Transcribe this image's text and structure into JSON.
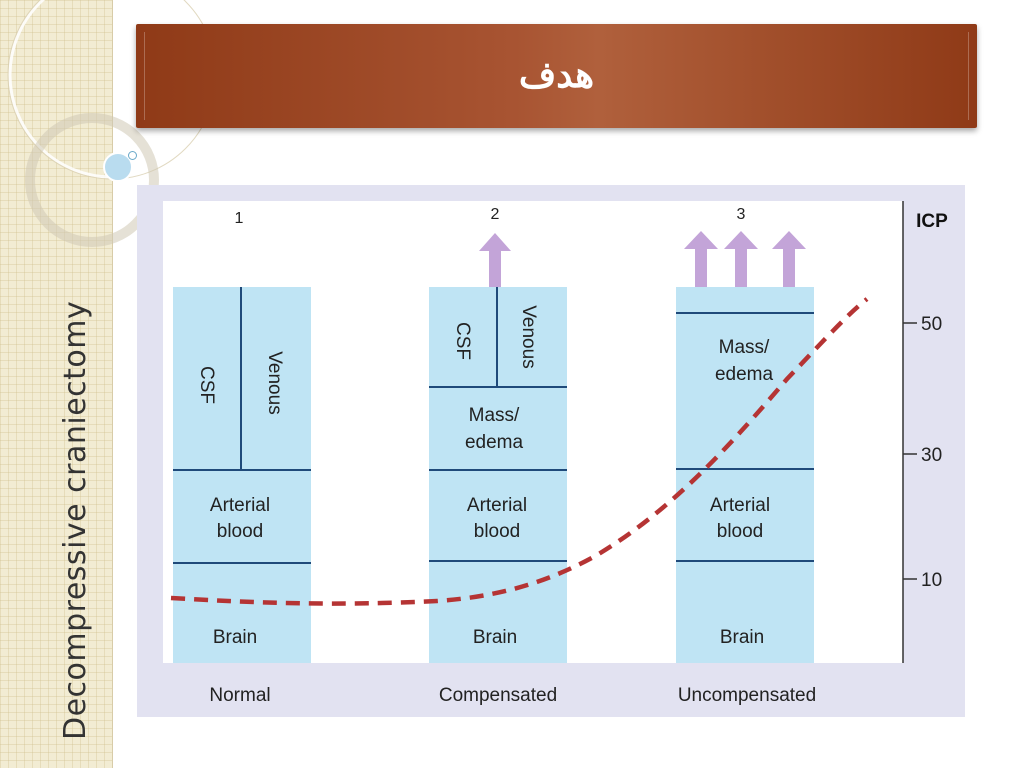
{
  "slide": {
    "title": "هدف",
    "side_title": "Decompressive craniectomy"
  },
  "diagram": {
    "axis_label": "ICP",
    "ticks": [
      "50",
      "30",
      "10"
    ],
    "stages": [
      {
        "number": "1",
        "label": "Normal",
        "upper_left": "CSF",
        "upper_right": "Venous",
        "middle": [
          "Arterial",
          "blood"
        ],
        "bottom": "Brain"
      },
      {
        "number": "2",
        "label": "Compensated",
        "top_left": "CSF",
        "top_right": "Venous",
        "mass": [
          "Mass/",
          "edema"
        ],
        "middle": [
          "Arterial",
          "blood"
        ],
        "bottom": "Brain"
      },
      {
        "number": "3",
        "label": "Uncompensated",
        "mass": [
          "Mass/",
          "edema"
        ],
        "middle": [
          "Arterial",
          "blood"
        ],
        "bottom": "Brain"
      }
    ],
    "colors": {
      "box_fill": "#bfe4f4",
      "box_line": "#1f4a7a",
      "arrow_fill": "#c3a4d8",
      "curve": "#b53434",
      "plot_bg": "#ffffff",
      "frame_bg": "#e2e2f1"
    }
  }
}
